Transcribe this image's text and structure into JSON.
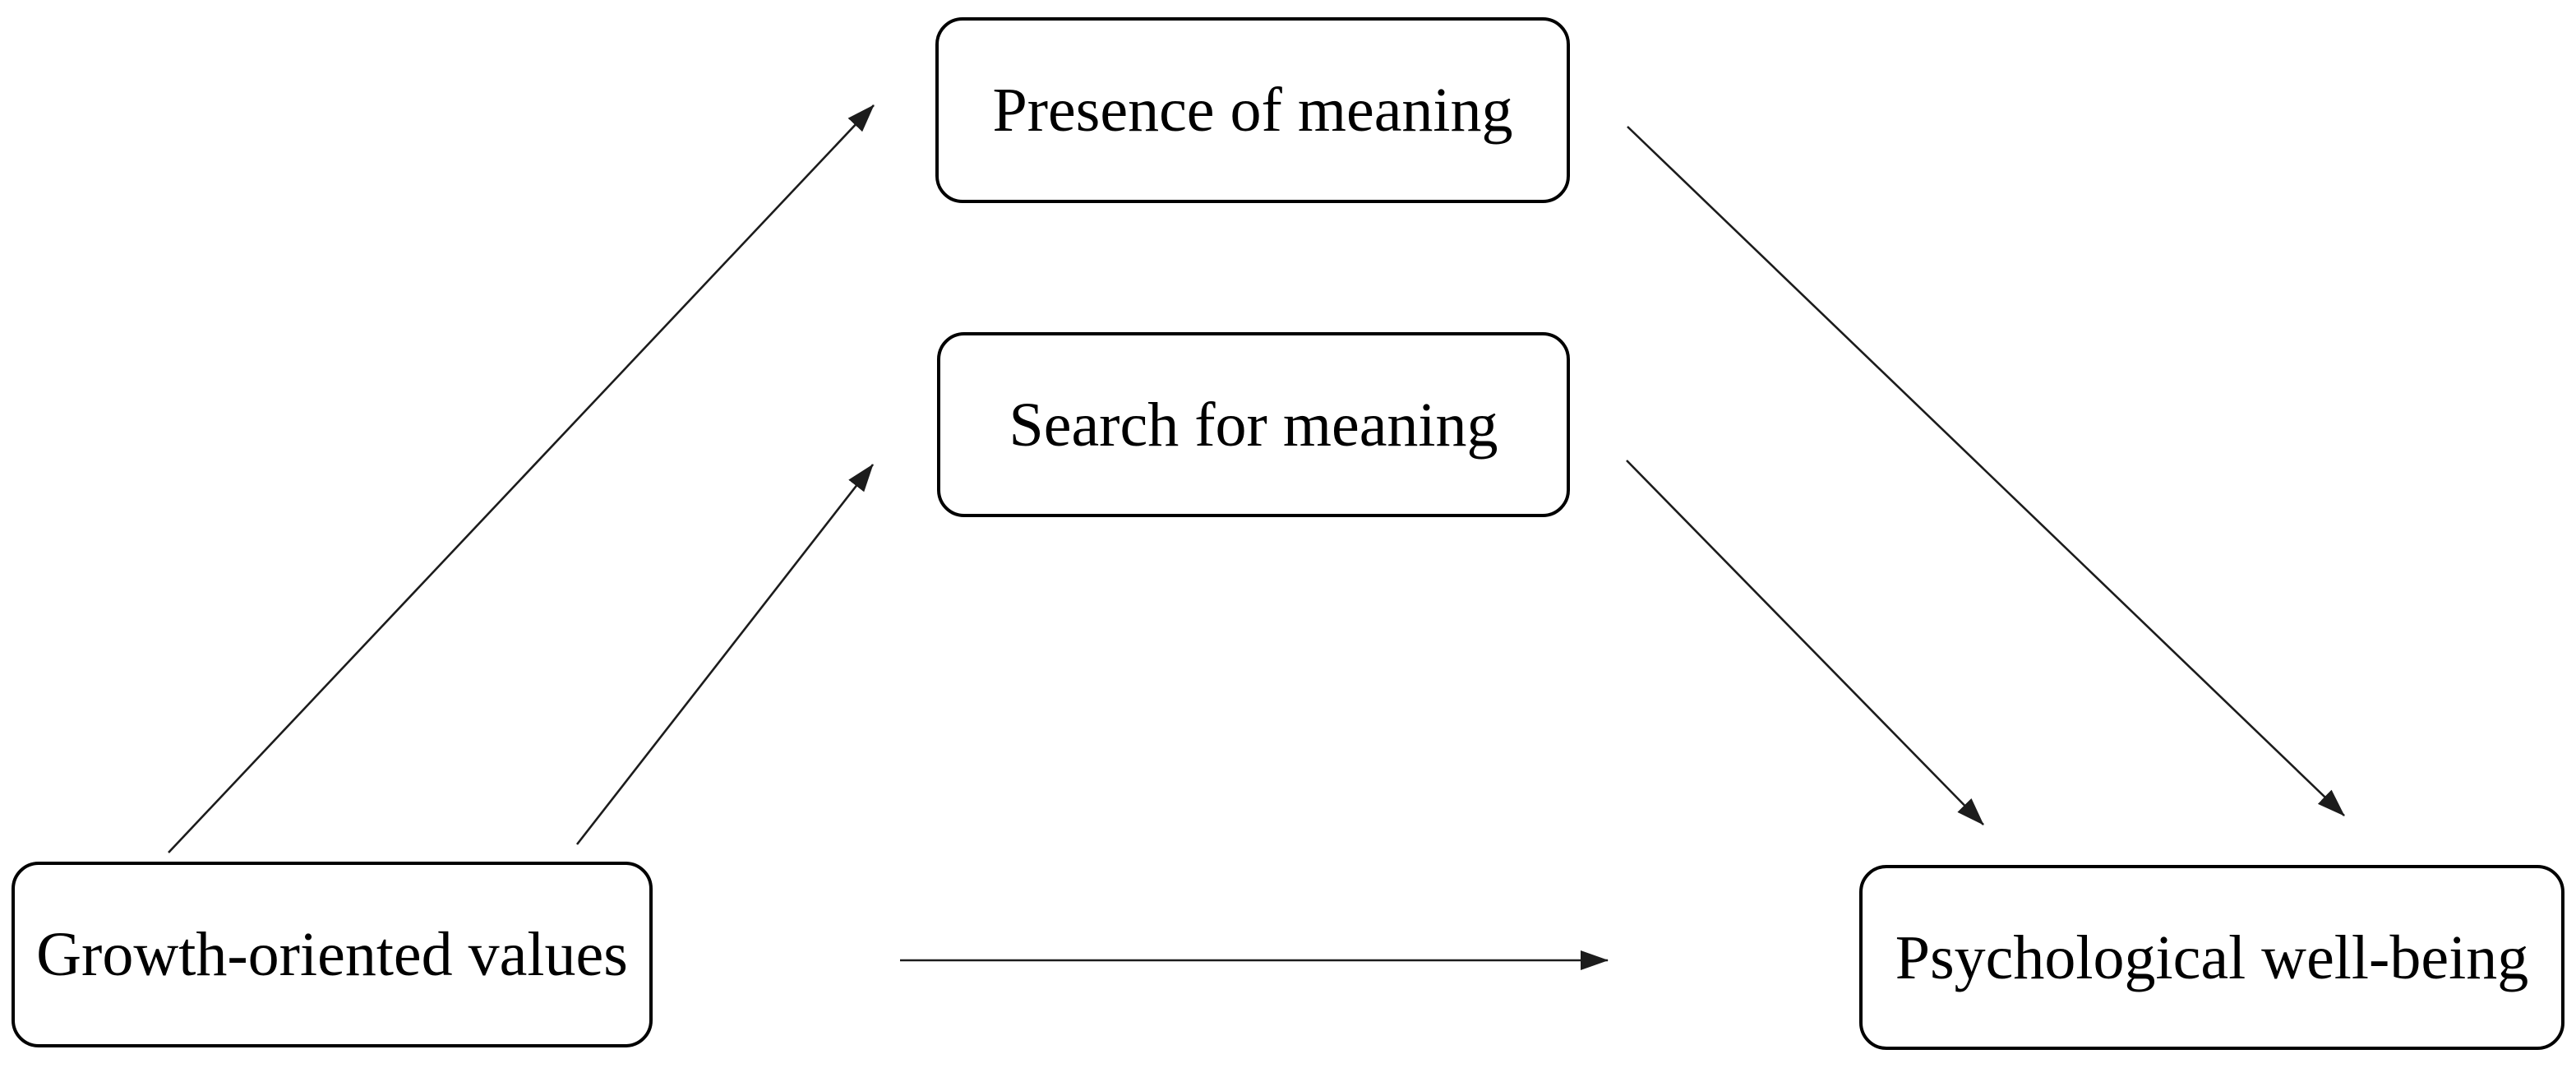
{
  "diagram": {
    "background_color": "#ffffff",
    "box_border_color": "#000000",
    "arrow_color": "#1c1c1c",
    "text_color": "#000000",
    "nodes": [
      {
        "id": "growth",
        "label": "Growth-oriented values"
      },
      {
        "id": "presence",
        "label": "Presence of meaning"
      },
      {
        "id": "search",
        "label": "Search for meaning"
      },
      {
        "id": "psych",
        "label": "Psychological well-being"
      }
    ],
    "edges": [
      {
        "from": "growth",
        "to": "presence"
      },
      {
        "from": "growth",
        "to": "search"
      },
      {
        "from": "growth",
        "to": "psych"
      },
      {
        "from": "presence",
        "to": "psych"
      },
      {
        "from": "search",
        "to": "psych"
      }
    ]
  }
}
